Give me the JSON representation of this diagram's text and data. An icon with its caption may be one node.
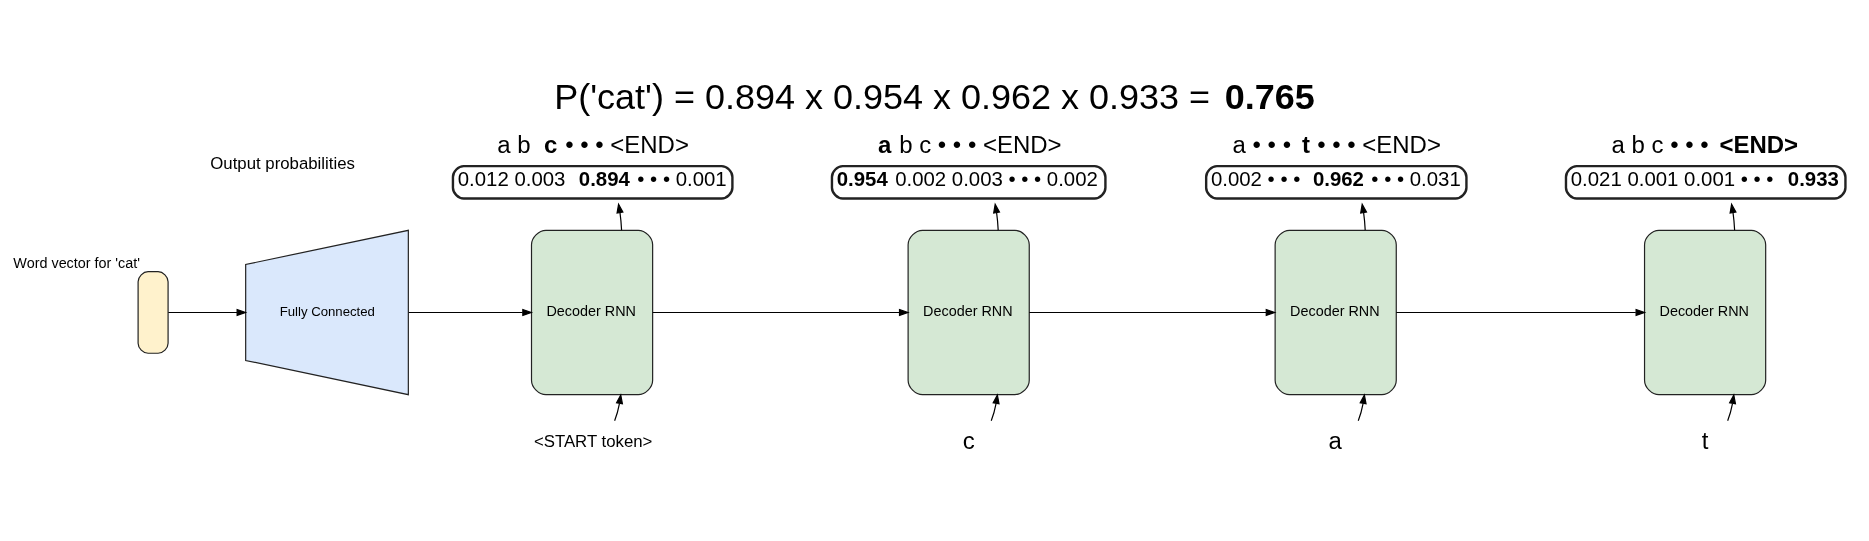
{
  "diagram": {
    "title": "P('cat') = 0.894 x 0.954 x 0.962 x 0.933 = **0.765**",
    "nodes": [
      {
        "text": [],
        "shape": "box",
        "beside": [
          "Word vector for 'cat'"
        ]
      },
      {
        "text": [
          "Fully Connected"
        ]
      },
      {
        "text": [
          "Decoder RNN"
        ]
      },
      {
        "text": [
          "Decoder RNN"
        ]
      },
      {
        "text": [
          "Decoder RNN"
        ]
      },
      {
        "text": [
          "Decoder RNN"
        ]
      },
      {
        "text": [
          "<START token>"
        ]
      },
      {
        "text": [
          "c"
        ]
      },
      {
        "text": [
          "a"
        ]
      },
      {
        "text": [
          "t"
        ]
      },
      {
        "text": [
          "a b **c** • • • <END>",
          "0.012 0.003 **0.894** • • • 0.001"
        ]
      },
      {
        "text": [
          "**a** b c • • • <END>",
          "**0.954** 0.002 0.003 • • • 0.002"
        ]
      },
      {
        "text": [
          "a • • • **t** • • • <END>",
          "0.002 • • • **0.962** • • • 0.031"
        ]
      },
      {
        "text": [
          "a b c • • • **<END>**",
          "0.021 0.001 0.001 • • • **0.933**"
        ]
      }
    ],
    "edges": [
      {
        "from": 0,
        "to": 1,
        "arrow": "to"
      },
      {
        "from": 1,
        "to": 2,
        "arrow": "to"
      },
      {
        "from": 2,
        "to": 3,
        "arrow": "to"
      },
      {
        "from": 3,
        "to": 4,
        "arrow": "to"
      },
      {
        "from": 4,
        "to": 5,
        "arrow": "to"
      },
      {
        "from": 6,
        "to": 2,
        "arrow": "to"
      },
      {
        "from": 7,
        "to": 3,
        "arrow": "to"
      },
      {
        "from": 8,
        "to": 4,
        "arrow": "to"
      },
      {
        "from": 9,
        "to": 5,
        "arrow": "to"
      },
      {
        "from": 2,
        "to": 10,
        "arrow": "to"
      },
      {
        "from": 3,
        "to": 11,
        "arrow": "to"
      },
      {
        "from": 4,
        "to": 12,
        "arrow": "to"
      },
      {
        "from": 5,
        "to": 13,
        "arrow": "to"
      }
    ],
    "labels": [
      "Output probabilities"
    ]
  }
}
